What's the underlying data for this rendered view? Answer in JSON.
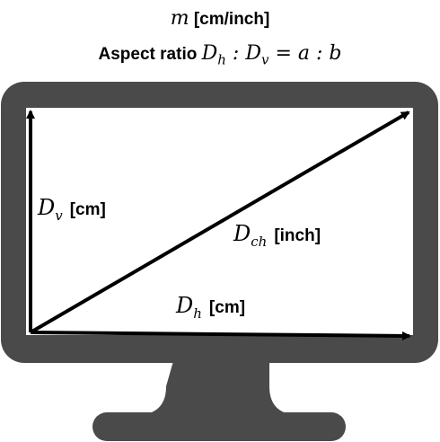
{
  "header": {
    "line1_math": "m",
    "line1_unit": "[cm/inch]",
    "line2_text": "Aspect ratio",
    "line2_math": "D",
    "line2_sub_h": "h",
    "line2_colon1": " : ",
    "line2_math2": "D",
    "line2_sub_v": "v",
    "line2_eq": " = a : b"
  },
  "labels": {
    "dv_var": "D",
    "dv_sub": "v",
    "dv_unit": "[cm]",
    "dch_var": "D",
    "dch_sub": "ch",
    "dch_unit": "[inch]",
    "dh_var": "D",
    "dh_sub": "h",
    "dh_unit": "[cm]"
  },
  "colors": {
    "monitor": "#4a4a4a",
    "screen": "#ffffff",
    "arrow": "#000000"
  }
}
